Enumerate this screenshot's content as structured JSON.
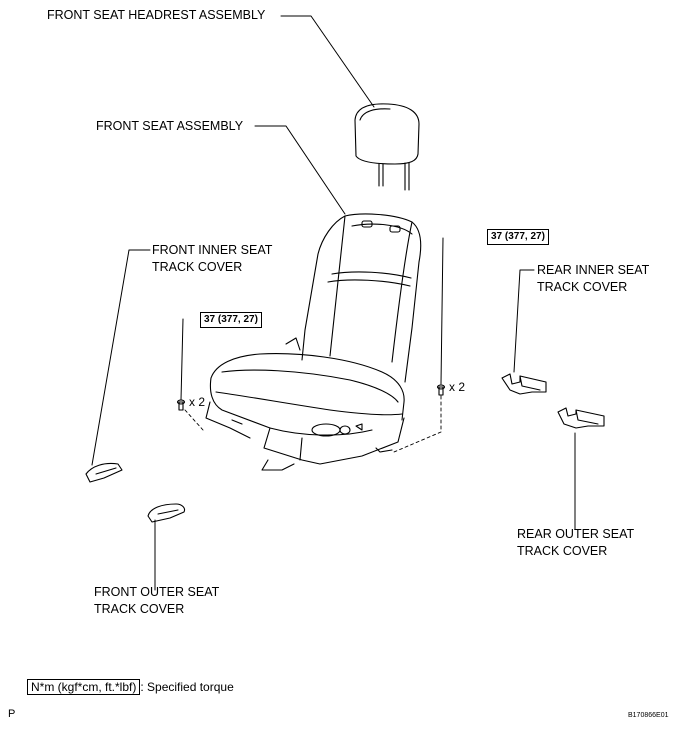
{
  "labels": {
    "headrest": "FRONT SEAT HEADREST ASSEMBLY",
    "seat": "FRONT SEAT ASSEMBLY",
    "front_inner": "FRONT INNER SEAT\nTRACK COVER",
    "front_outer": "FRONT OUTER SEAT\nTRACK COVER",
    "rear_inner": "REAR INNER SEAT\nTRACK COVER",
    "rear_outer": "REAR OUTER SEAT\nTRACK COVER"
  },
  "torque": {
    "left": "37 (377, 27)",
    "right": "37 (377, 27)"
  },
  "quantity": {
    "left": "x 2",
    "right": "x 2"
  },
  "legend": {
    "unit": "N*m (kgf*cm, ft.*lbf)",
    "desc": ": Specified torque"
  },
  "footer": {
    "page_mark": "P",
    "figure_code": "B170866E01"
  }
}
